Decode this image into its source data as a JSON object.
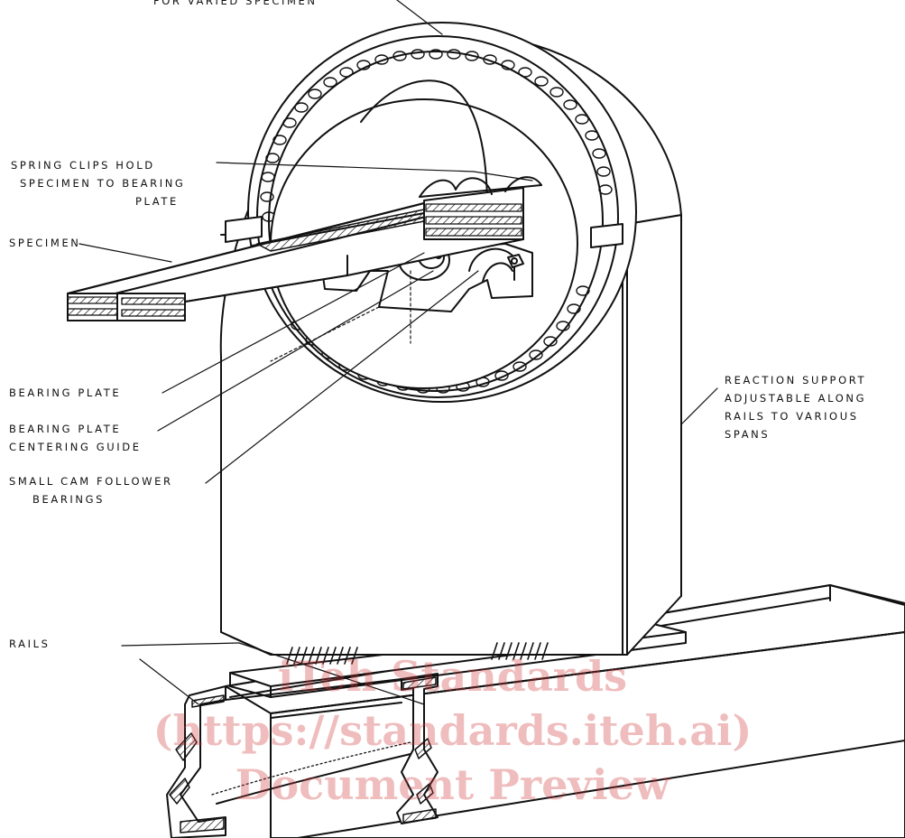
{
  "labels": {
    "top_cut": "FOR VARIED SPECIMEN",
    "spring_clips_1": "Spring clips hold",
    "spring_clips_2": "specimen to bearing",
    "spring_clips_3": "plate",
    "specimen": "Specimen",
    "bearing_plate": "Bearing plate",
    "centering_1": "Bearing plate",
    "centering_2": "centering guide",
    "cam_1": "Small cam follower",
    "cam_2": "bearings",
    "reaction_1": "Reaction support",
    "reaction_2": "adjustable along",
    "reaction_3": "rails to various",
    "reaction_4": "spans",
    "rails": "Rails"
  },
  "watermark": {
    "line1": "iTeh Standards",
    "line2": "(https://standards.iteh.ai)",
    "line3": "Document Preview",
    "color": "#cd3737"
  },
  "colors": {
    "ink": "#111111",
    "paper": "#ffffff"
  }
}
